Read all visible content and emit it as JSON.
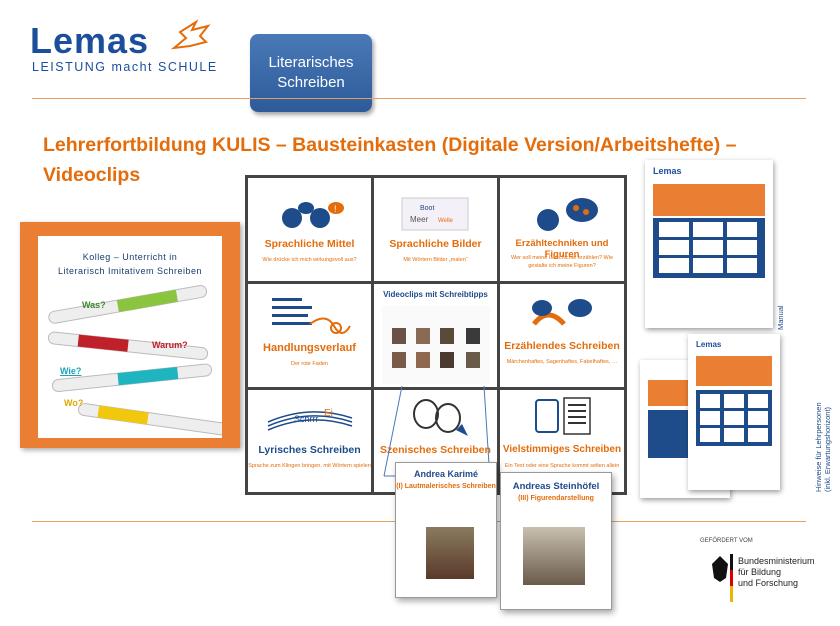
{
  "logo": {
    "word": "Lemas",
    "tagline": "LEISTUNG macht SCHULE"
  },
  "literarisches_button": {
    "line1": "Literarisches",
    "line2": "Schreiben"
  },
  "headline": "Lehrerfortbildung KULIS – Bausteinkasten (Digitale Version/Arbeitshefte) – Videoclips",
  "kolleg": {
    "title_line1": "Kolleg – Unterricht in",
    "title_line2": "Literarisch Imitativem Schreiben",
    "labels": [
      "Was?",
      "Warum?",
      "Wie?",
      "Wo?"
    ]
  },
  "modules": [
    {
      "title": "Sprachliche Mittel",
      "subtitle": "Wie drücke ich mich wirkungsvoll aus?"
    },
    {
      "title": "Sprachliche Bilder",
      "subtitle": "Mit Wörtern Bilder „malen“"
    },
    {
      "title": "Erzähltechniken und Figuren",
      "subtitle": "Wer soll meine Geschichte erzählen? Wie gestalte ich meine Figuren?"
    },
    {
      "title": "Handlungsverlauf",
      "subtitle": "Der rote Faden"
    },
    {
      "title": "Videoclips mit Schreibtipps",
      "subtitle": ""
    },
    {
      "title": "Erzählendes Schreiben",
      "subtitle": "Märchenhaftes, Sagenhaftes, Fabelhaftes, …"
    },
    {
      "title": "Lyrisches Schreiben",
      "subtitle": "Sprache zum Klingen bringen, mit Wörtern spielen"
    },
    {
      "title": "Szenisches Schreiben",
      "subtitle": "So ein Theater!"
    },
    {
      "title": "Vielstimmiges Schreiben",
      "subtitle": "Ein Text oder eine Sprache kommt selten allein"
    }
  ],
  "manual_label": "Manual",
  "hinweise_label_line1": "Hinweise für Lehrpersonen",
  "hinweise_label_line2": "(inkl. Erwartungshorizont)",
  "authors": [
    {
      "name": "Andrea Karimé",
      "role": "(I) Lautmalerisches Schreiben"
    },
    {
      "name": "Andreas Steinhöfel",
      "role": "(III) Figurendarstellung"
    }
  ],
  "funding": {
    "caption": "GEFÖRDERT VOM",
    "line1": "Bundesministerium",
    "line2": "für Bildung",
    "line3": "und Forschung"
  },
  "colors": {
    "orange": "#e46c0a",
    "blue": "#1e4b8a"
  }
}
